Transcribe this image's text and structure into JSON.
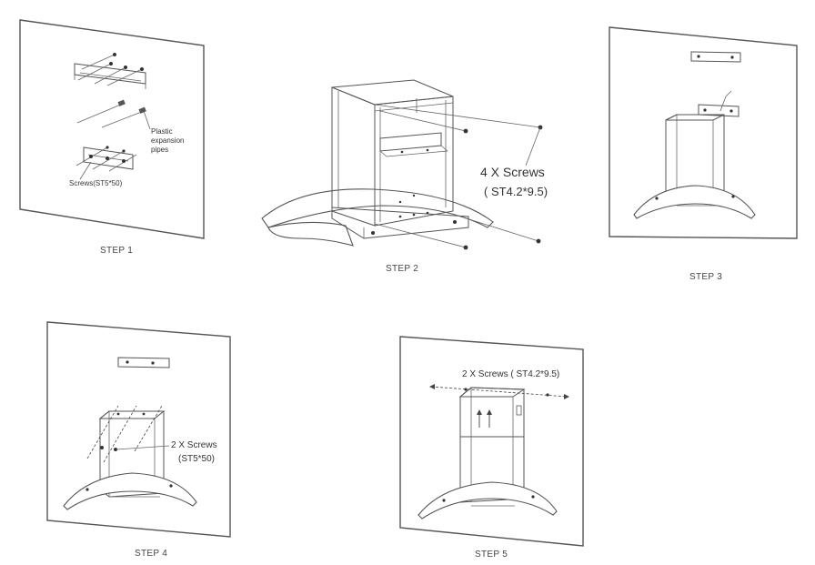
{
  "steps": {
    "step1": {
      "label": "STEP 1",
      "plastic_label_1": "Plastic",
      "plastic_label_2": "expansion",
      "plastic_label_3": "pipes",
      "screws_label": "Screws(ST5*50)"
    },
    "step2": {
      "label": "STEP 2",
      "screws_count": "4 X Screws",
      "screws_spec": "( ST4.2*9.5)"
    },
    "step3": {
      "label": "STEP  3"
    },
    "step4": {
      "label": "STEP 4",
      "screws_count": "2 X Screws",
      "screws_spec": "(ST5*50)"
    },
    "step5": {
      "label": "STEP 5",
      "screws_text": "2 X Screws ( ST4.2*9.5)"
    }
  }
}
